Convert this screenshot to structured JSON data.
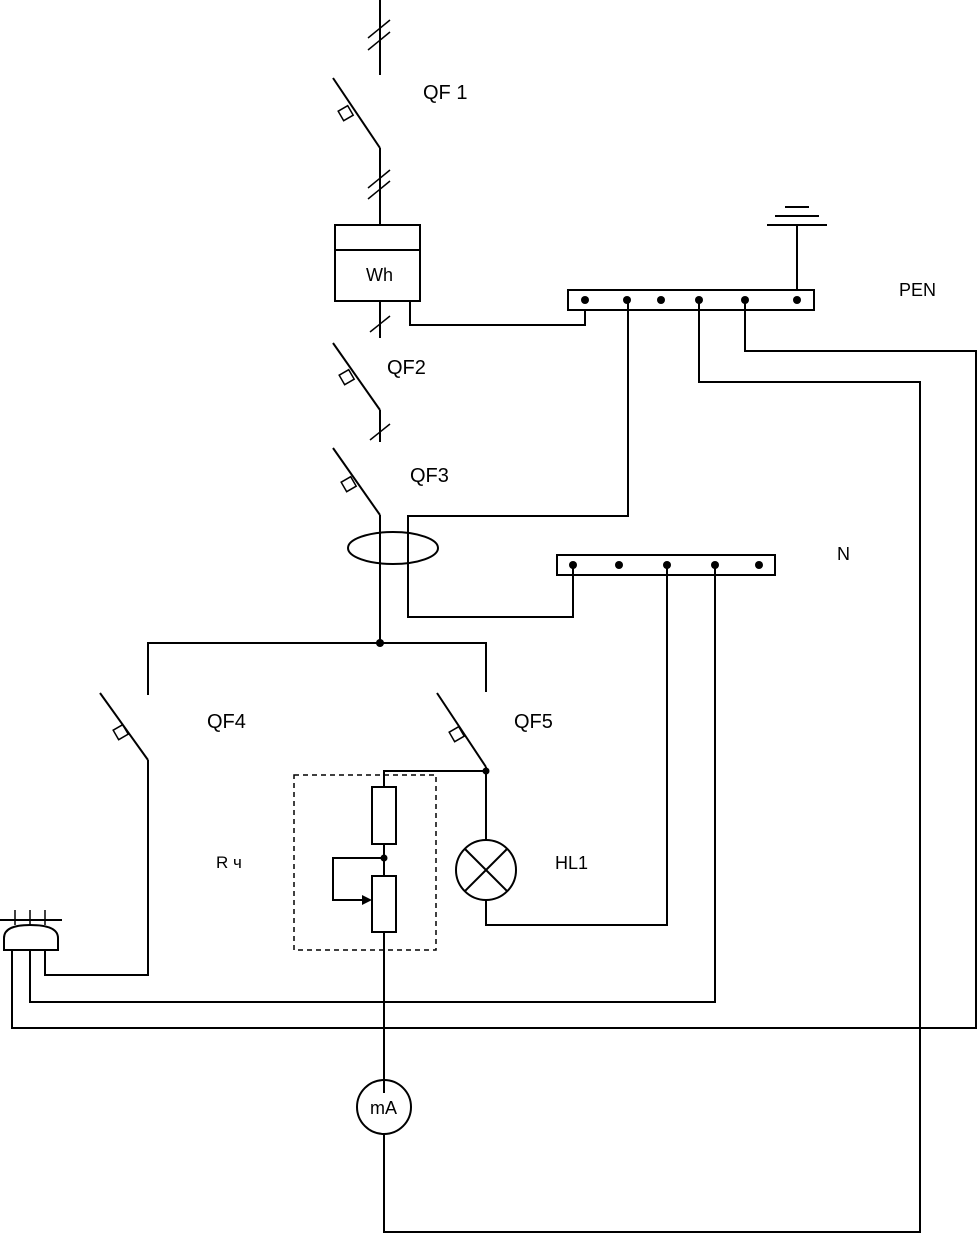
{
  "labels": {
    "qf1": "QF 1",
    "qf2": "QF2",
    "qf3": "QF3",
    "qf4": "QF4",
    "qf5": "QF5",
    "meter": "Wh",
    "pen": "PEN",
    "n": "N",
    "rch": "R ч",
    "hl1": "HL1",
    "ma": "mA"
  },
  "colors": {
    "line": "#000000",
    "background": "#ffffff"
  }
}
